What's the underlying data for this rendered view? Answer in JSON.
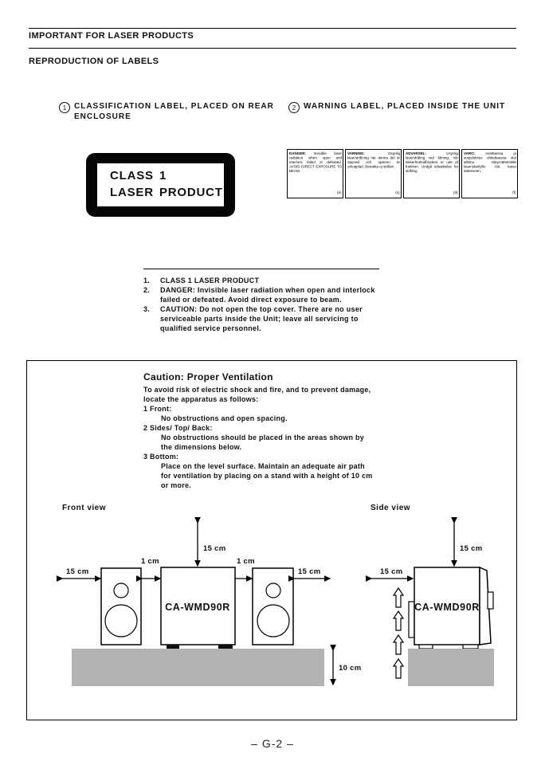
{
  "page": {
    "header1": "IMPORTANT FOR LASER PRODUCTS",
    "header2": "REPRODUCTION OF LABELS",
    "footer": "– G-2 –"
  },
  "sections": {
    "classification": {
      "number": "1",
      "title_line1": "CLASSIFICATION LABEL, PLACED ON REAR",
      "title_line2": "ENCLOSURE"
    },
    "warning": {
      "number": "2",
      "title": "WARNING LABEL, PLACED INSIDE THE UNIT"
    }
  },
  "class_plate": {
    "row1_col1": "CLASS",
    "row1_col2": "1",
    "row2_col1": "LASER",
    "row2_col2": "PRODUCT"
  },
  "warning_labels": [
    {
      "header": "DANGER:",
      "body": "Invisible laser radiation when open and interlock failed or defeated. AVOID DIRECT EXPOSURE TO BEAM.",
      "code": "(e)"
    },
    {
      "header": "VARNING:",
      "body": "Osynlig laserstrålning när denna del är öppnad och spärren är urkopplad. Betrakta ej strålen.",
      "code": "(s)"
    },
    {
      "header": "ADVARSEL:",
      "body": "Usynlig laserstråling ved åbning, når sikkerhedsafbrydere er ude af funktion. Undgå udsættelse for stråling",
      "code": "(d)"
    },
    {
      "header": "VARO:",
      "body": "Avattaessa ja suojalukitus ohitettaessa olet alttiina näkymättömälle lasersäteilylle. Älä katso säteeseen.",
      "code": "(f)"
    }
  ],
  "notes": [
    {
      "num": "1.",
      "lines": [
        "CLASS 1 LASER PRODUCT"
      ]
    },
    {
      "num": "2.",
      "lines": [
        "DANGER: Invisible laser radiation when open and interlock",
        "failed or defeated. Avoid direct exposure to beam."
      ]
    },
    {
      "num": "3.",
      "lines": [
        "CAUTION: Do not open the top cover. There are no user",
        "serviceable parts inside the Unit; leave all servicing to",
        "qualified service personnel."
      ]
    }
  ],
  "ventilation": {
    "title": "Caution: Proper Ventilation",
    "lines": [
      "To avoid risk of electric shock and fire, and to prevent damage,",
      "locate the apparatus as follows:",
      "1 Front:",
      "No obstructions and open spacing.",
      "2 Sides/ Top/ Back:",
      "No obstructions should be placed in the areas shown by",
      "the dimensions below.",
      "3 Bottom:",
      "Place on the level surface. Maintain an adequate air path",
      "for ventilation by placing on a stand with a height of 10 cm",
      "or more."
    ]
  },
  "diagram": {
    "front_view_label": "Front view",
    "side_view_label": "Side view",
    "unit_name": "CA-WMD90R",
    "dim_15": "15 cm",
    "dim_1": "1 cm",
    "dim_10": "10 cm",
    "stand_gray": "#b2b2b2"
  }
}
